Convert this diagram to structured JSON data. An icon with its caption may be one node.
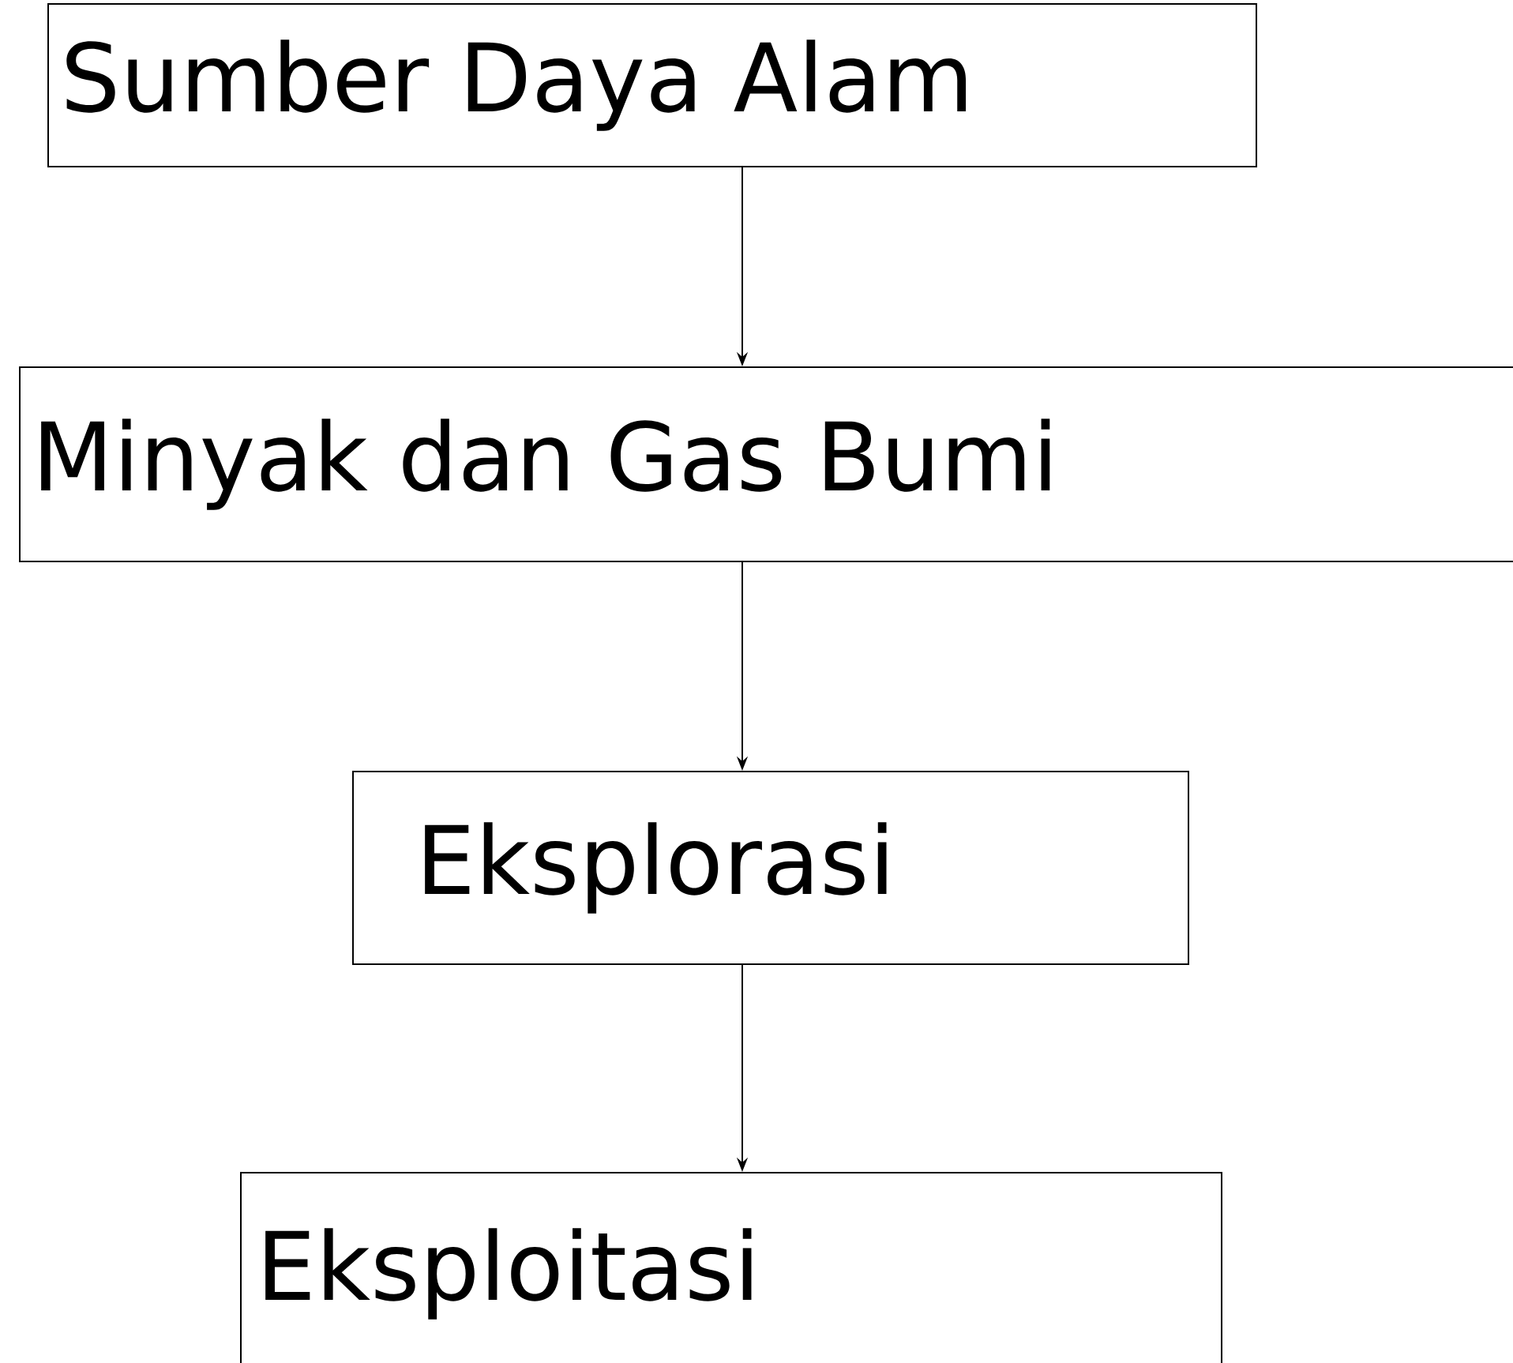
{
  "diagram": {
    "nodes": [
      {
        "text": [
          "Sumber Daya Alam"
        ]
      },
      {
        "text": [
          "Minyak dan Gas Bumi"
        ]
      },
      {
        "text": [
          "Eksplorasi"
        ]
      },
      {
        "text": [
          "Eksploitasi"
        ]
      }
    ],
    "edges": [
      {
        "from": 0,
        "to": 1,
        "arrow": "to"
      },
      {
        "from": 1,
        "to": 2,
        "arrow": "to"
      },
      {
        "from": 2,
        "to": 3,
        "arrow": "to"
      }
    ]
  }
}
